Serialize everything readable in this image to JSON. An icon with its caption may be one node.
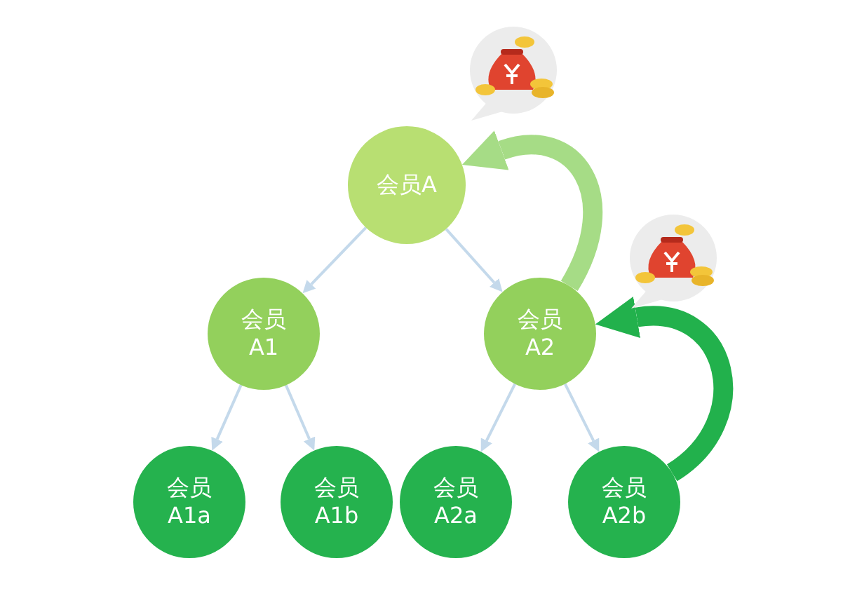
{
  "diagram": {
    "nodes": [
      {
        "text": [
          "会员A"
        ]
      },
      {
        "text": [
          "会员 A1"
        ]
      },
      {
        "text": [
          "会员 A2"
        ]
      },
      {
        "text": [
          "会员 A1a"
        ]
      },
      {
        "text": [
          "会员 A1b"
        ]
      },
      {
        "text": [
          "会员 A2a"
        ]
      },
      {
        "text": [
          "会员 A2b"
        ]
      }
    ],
    "edges": [
      {
        "from": 0,
        "to": 1,
        "arrow": "to"
      },
      {
        "from": 0,
        "to": 2,
        "arrow": "to"
      },
      {
        "from": 1,
        "to": 3,
        "arrow": "to"
      },
      {
        "from": 1,
        "to": 4,
        "arrow": "to"
      },
      {
        "from": 2,
        "to": 5,
        "arrow": "to"
      },
      {
        "from": 2,
        "to": 6,
        "arrow": "to"
      },
      {
        "from": 2,
        "to": 0,
        "arrow": "to",
        "style": "thick",
        "color": "#a6dc86"
      },
      {
        "from": 6,
        "to": 2,
        "arrow": "to",
        "style": "thick",
        "color": "#22b14c"
      }
    ]
  }
}
